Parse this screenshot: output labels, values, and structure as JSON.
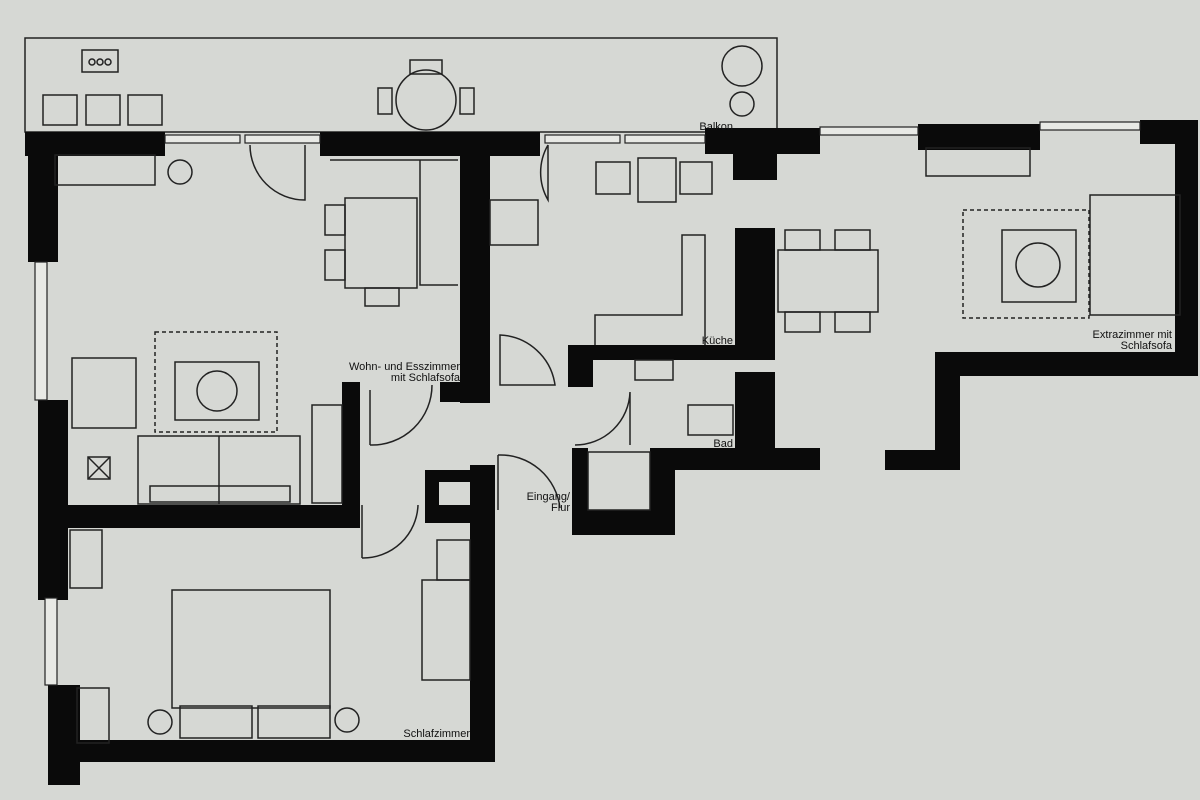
{
  "plan": {
    "rooms": {
      "balcony": "Balkon",
      "living_line1": "Wohn- und Esszimmer",
      "living_line2": "mit Schlafsofa",
      "kitchen": "Küche",
      "extra_line1": "Extrazimmer mit",
      "extra_line2": "Schlafsofa",
      "bath": "Bad",
      "entrance_line1": "Eingang/",
      "entrance_line2": "Flur",
      "bedroom": "Schlafzimmer"
    },
    "colors": {
      "wall": "#0a0a0a",
      "floor": "#d6d8d4",
      "line": "#222222"
    }
  }
}
